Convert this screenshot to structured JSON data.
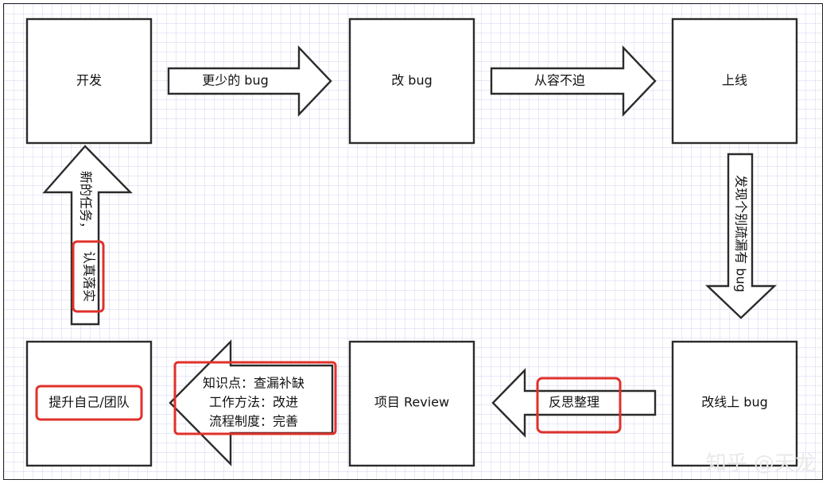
{
  "nodes": {
    "develop": "开发",
    "fix_bug": "改 bug",
    "release": "上线",
    "fix_prod_bug": "改线上 bug",
    "project_review": "项目 Review",
    "improve": "提升自己/团队"
  },
  "arrows": {
    "fewer_bugs": "更少的 bug",
    "calm": "从容不迫",
    "found_bugs": "发现个别疏漏有 bug",
    "reflect": "反思整理",
    "new_task_a": "新的任务，",
    "new_task_b": "认真落实"
  },
  "lessons": {
    "line1": "知识点：查漏补缺",
    "line2": "工作方法：改进",
    "line3": "流程制度：完善"
  },
  "watermark": "知乎 @天龙",
  "colors": {
    "highlight": "#e0312a",
    "stroke": "#2b2b2b",
    "grid": "#c8c8f0"
  }
}
